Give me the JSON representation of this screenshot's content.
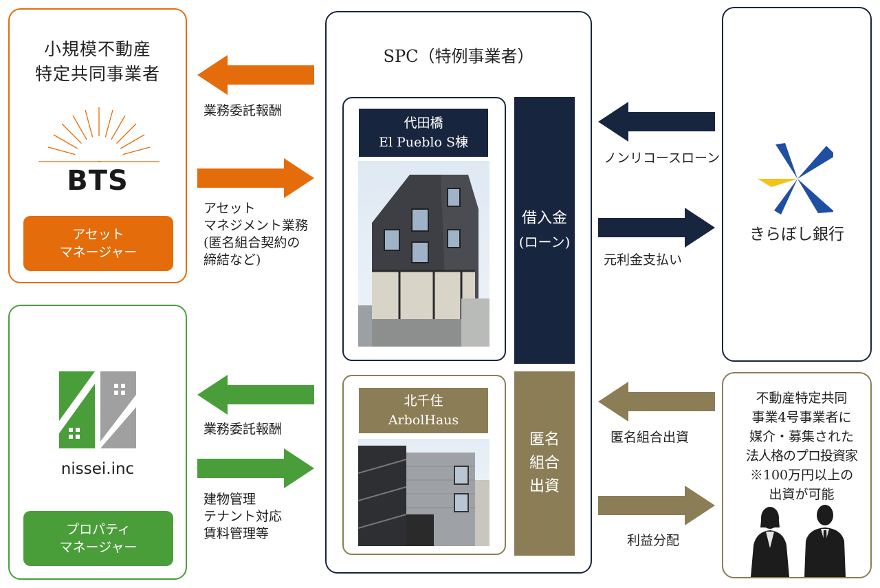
{
  "am_company": {
    "title_line1": "小規模不動産",
    "title_line2": "特定共同事業者",
    "logo_text": "BTS",
    "role_line1": "アセット",
    "role_line2": "マネージャー"
  },
  "pm_company": {
    "logo_text": "nissei.inc",
    "role_line1": "プロパティ",
    "role_line2": "マネージャー"
  },
  "spc": {
    "title": "SPC（特例事業者）",
    "property1_line1": "代田橋",
    "property1_line2": "El Pueblo S棟",
    "property2_line1": "北千住",
    "property2_line2": "ArbolHaus",
    "loan_line1": "借入金",
    "loan_line2": "(ローン)",
    "equity_line1": "匿名",
    "equity_line2": "組合",
    "equity_line3": "出資"
  },
  "bank": {
    "name": "きらぼし銀行"
  },
  "investor": {
    "line1": "不動産特定共同",
    "line2": "事業4号事業者に",
    "line3": "媒介・募集された",
    "line4": "法人格のプロ投資家",
    "line5": "※100万円以上の",
    "line6": "出資が可能"
  },
  "flows": {
    "am_fee": "業務委託報酬",
    "am_service_line1": "アセット",
    "am_service_line2": "マネジメント業務",
    "am_service_line3": "(匿名組合契約の",
    "am_service_line4": "締結など)",
    "pm_fee": "業務委託報酬",
    "pm_service_line1": "建物管理",
    "pm_service_line2": "テナント対応",
    "pm_service_line3": "賃料管理等",
    "nonrecourse": "ノンリコースローン",
    "repayment": "元利金支払い",
    "equity_in": "匿名組合出資",
    "dividend": "利益分配"
  },
  "colors": {
    "orange": "#E46C0A",
    "green": "#4A9E3A",
    "navy": "#17253F",
    "olive": "#8B7D55"
  }
}
